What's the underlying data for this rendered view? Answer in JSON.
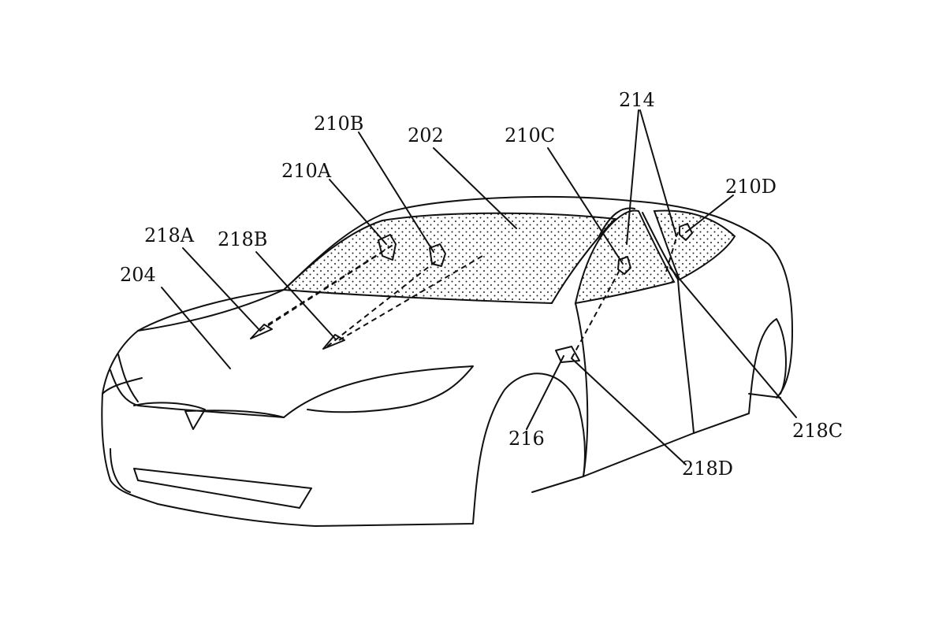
{
  "figure": {
    "labels": {
      "l210B": "210B",
      "l202": "202",
      "l210C": "210C",
      "l214": "214",
      "l210D": "210D",
      "l210A": "210A",
      "l218A": "218A",
      "l218B": "218B",
      "l204": "204",
      "l216": "216",
      "l218C": "218C",
      "l218D": "218D"
    },
    "colors": {
      "line": "#111111",
      "background": "#ffffff"
    }
  }
}
